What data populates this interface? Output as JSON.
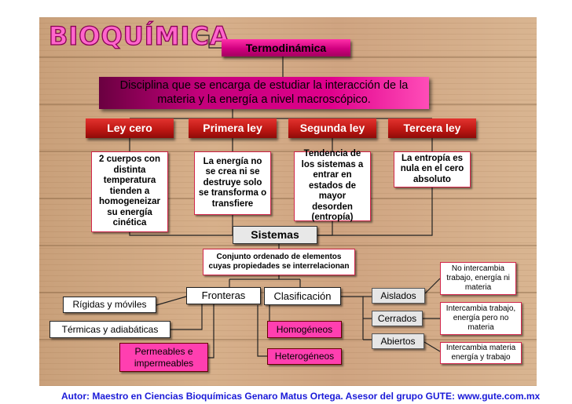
{
  "brand": "BIOQUÍMICA",
  "title": "Termodinámica",
  "definition": "Disciplina que se encarga de estudiar la interacción de la materia y la energía a nivel macroscópico.",
  "laws": [
    {
      "name": "Ley cero",
      "desc": "2 cuerpos con distinta temperatura tienden a homogeneizar su energía cinética"
    },
    {
      "name": "Primera ley",
      "desc": "La energía no se crea ni se destruye solo se transforma o transfiere"
    },
    {
      "name": "Segunda ley",
      "desc": "Tendencia de los sistemas a entrar en estados de mayor desorden (entropía)"
    },
    {
      "name": "Tercera ley",
      "desc": "La entropía es nula en el cero absoluto"
    }
  ],
  "sistemas": {
    "label": "Sistemas",
    "definition": "Conjunto ordenado de elementos cuyas propiedades se interrelacionan"
  },
  "fronteras": {
    "label": "Fronteras",
    "types": [
      "Rígidas y móviles",
      "Térmicas y adiabáticas",
      "Permeables e impermeables"
    ]
  },
  "clasificacion": {
    "label": "Clasificación",
    "composition": [
      "Homogéneos",
      "Heterogéneos"
    ],
    "types": [
      {
        "name": "Aislados",
        "desc": "No intercambia trabajo, energía ni materia"
      },
      {
        "name": "Cerrados",
        "desc": "Intercambia trabajo, energía pero no materia"
      },
      {
        "name": "Abiertos",
        "desc": "Intercambia materia energía y trabajo"
      }
    ]
  },
  "footer": "Autor: Maestro en Ciencias Bioquímicas Genaro Matus Ortega. Asesor del grupo GUTE: www.gute.com.mx"
}
